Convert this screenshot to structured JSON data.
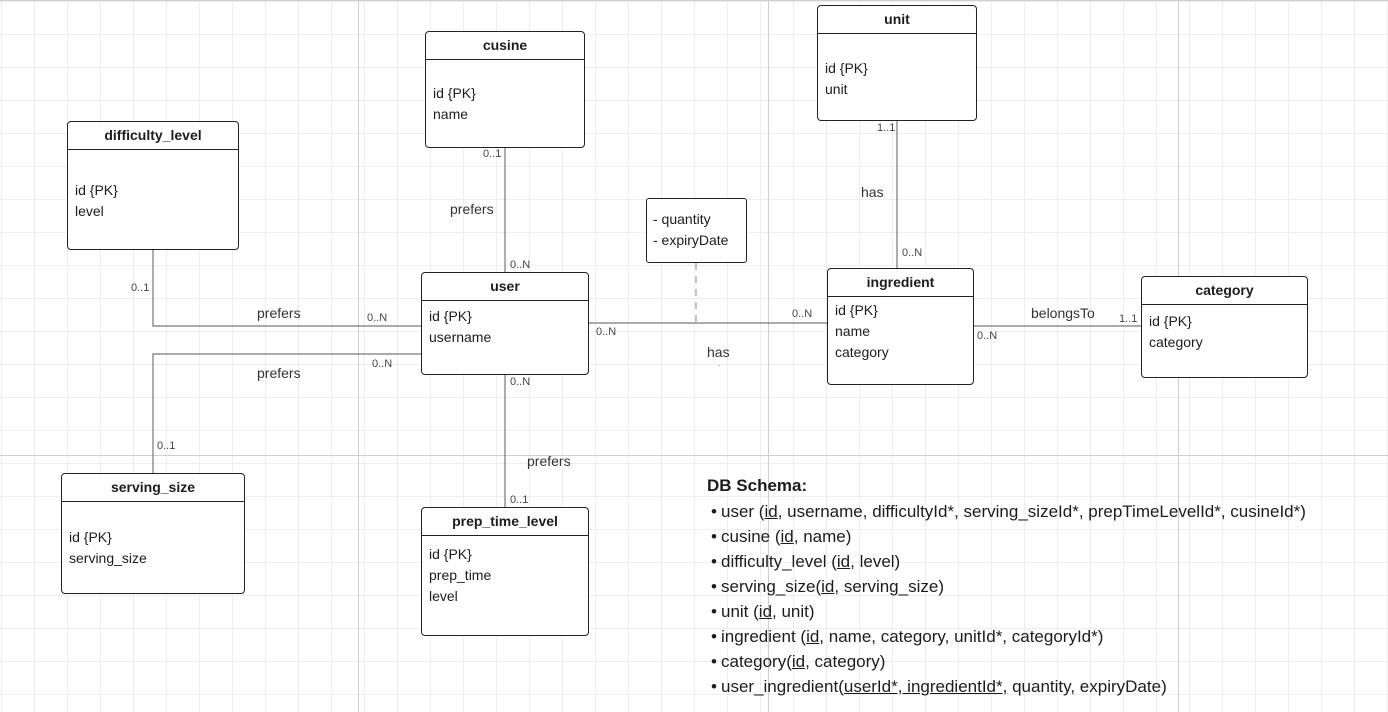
{
  "entities": {
    "cusine": {
      "title": "cusine",
      "attrs": [
        "id {PK}",
        "name"
      ]
    },
    "unit": {
      "title": "unit",
      "attrs": [
        "id {PK}",
        "unit"
      ]
    },
    "difficulty_level": {
      "title": "difficulty_level",
      "attrs": [
        "id {PK}",
        "level"
      ]
    },
    "user": {
      "title": "user",
      "attrs": [
        "id {PK}",
        "username"
      ]
    },
    "ingredient": {
      "title": "ingredient",
      "attrs": [
        "id {PK}",
        "name",
        "category"
      ]
    },
    "category": {
      "title": "category",
      "attrs": [
        "id {PK}",
        "category"
      ]
    },
    "serving_size": {
      "title": "serving_size",
      "attrs": [
        "id {PK}",
        "serving_size"
      ]
    },
    "prep_time_level": {
      "title": "prep_time_level",
      "attrs": [
        "id {PK}",
        "prep_time",
        "level"
      ]
    }
  },
  "note": {
    "lines": [
      "- quantity",
      "- expiryDate"
    ]
  },
  "relations": {
    "user_cusine": "prefers",
    "user_difficulty": "prefers",
    "user_serving": "prefers",
    "user_prep": "prefers",
    "user_ingredient": "has",
    "unit_ingredient": "has",
    "ingredient_category": "belongsTo"
  },
  "cardinalities": {
    "cusine_end": "0..1",
    "user_top": "0..N",
    "difficulty_end": "0..1",
    "user_left_top": "0..N",
    "user_left_bottom": "0..N",
    "serving_end": "0..1",
    "user_bottom": "0..N",
    "prep_end": "0..1",
    "user_right": "0..N",
    "ingredient_left": "0..N",
    "unit_end": "1..1",
    "ingredient_top": "0..N",
    "ingredient_right": "0..N",
    "category_end": "1..1"
  },
  "schema": {
    "title": "DB Schema:",
    "rows": [
      {
        "pk": "id",
        "rest": ", username, difficultyId*, serving_sizeId*, prepTimeLevelId*, cusineId*)",
        "prefix": "user (",
        "pk_after": ""
      },
      {
        "prefix": "cusine (",
        "pk": "id",
        "rest": ", name)"
      },
      {
        "prefix": "difficulty_level (",
        "pk": "id",
        "rest": ", level)"
      },
      {
        "prefix": "serving_size(",
        "pk": "id",
        "rest": ", serving_size)"
      },
      {
        "prefix": "unit (",
        "pk": "id",
        "rest": ", unit)"
      },
      {
        "prefix": "ingredient (",
        "pk": "id",
        "rest": ", name, category, unitId*, categoryId*)"
      },
      {
        "prefix": "category(",
        "pk": "id",
        "rest": ", category)"
      },
      {
        "prefix": "user_ingredient(",
        "pk": "userId*, ingredientId*,",
        "rest": " quantity, expiryDate)"
      }
    ]
  }
}
